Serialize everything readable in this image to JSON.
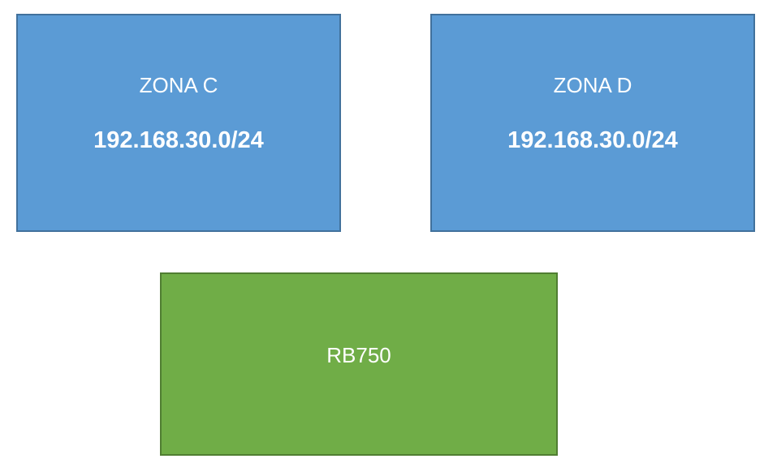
{
  "zones": [
    {
      "name": "ZONA C",
      "network": "192.168.30.0/24"
    },
    {
      "name": "ZONA D",
      "network": "192.168.30.0/24"
    }
  ],
  "router": {
    "name": "RB750"
  },
  "colors": {
    "zone_fill": "#5b9bd5",
    "zone_border": "#41719c",
    "router_fill": "#70ad47",
    "router_border": "#507e32",
    "text": "#ffffff"
  }
}
